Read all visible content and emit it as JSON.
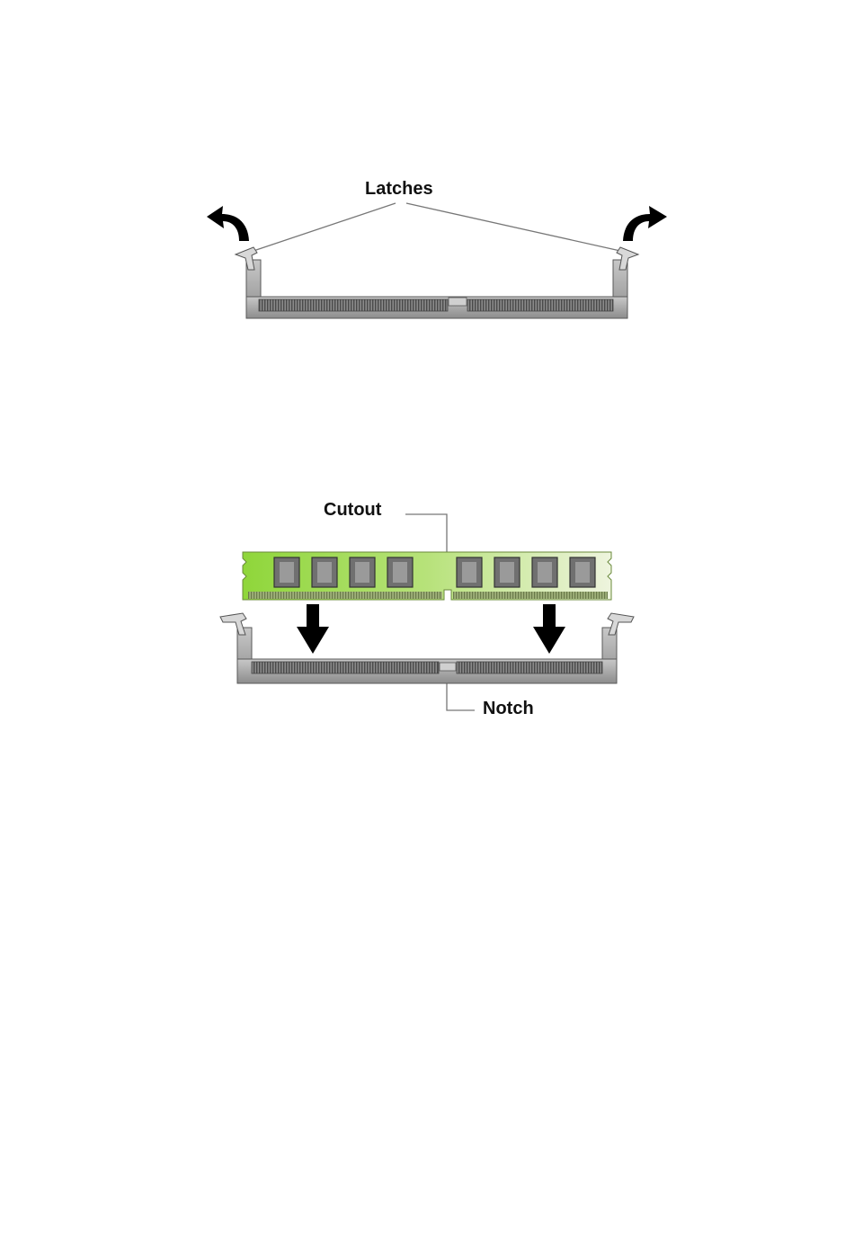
{
  "labels": {
    "latches": "Latches",
    "cutout": "Cutout",
    "notch": "Notch"
  },
  "colors": {
    "slot_body": "#9a9a9a",
    "slot_dark": "#5a5a5a",
    "slot_light": "#d0d0d0",
    "module_green": "#8fd63a",
    "module_light": "#e4efc8",
    "chip": "#6f6f6f",
    "arrow": "#000000",
    "leader_line": "#777777"
  },
  "icons": [
    "curved-arrow-left-icon",
    "curved-arrow-right-icon",
    "down-arrow-icon"
  ]
}
